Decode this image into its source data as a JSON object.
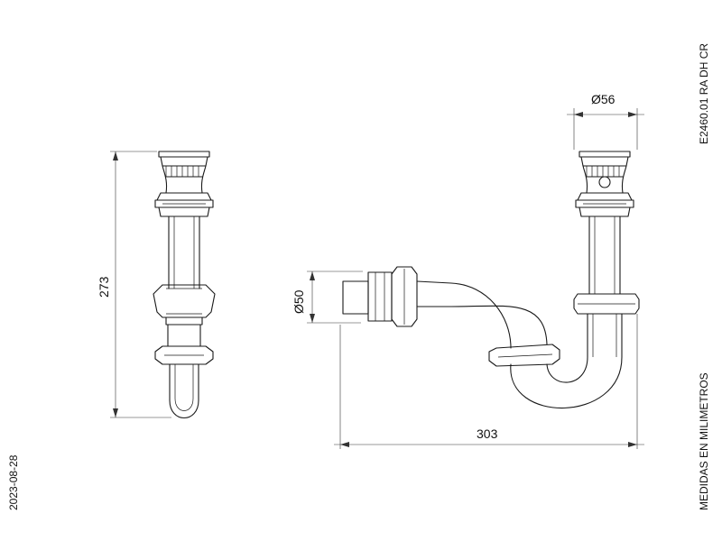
{
  "dimensions": {
    "height": "273",
    "overall_width": "303",
    "outlet_diameter": "Ø50",
    "valve_diameter": "Ø56"
  },
  "model_code": "E2460.01 RA DH CR",
  "units_note": "MEDIDAS EN MILIMETROS",
  "date": "2023-08-28"
}
